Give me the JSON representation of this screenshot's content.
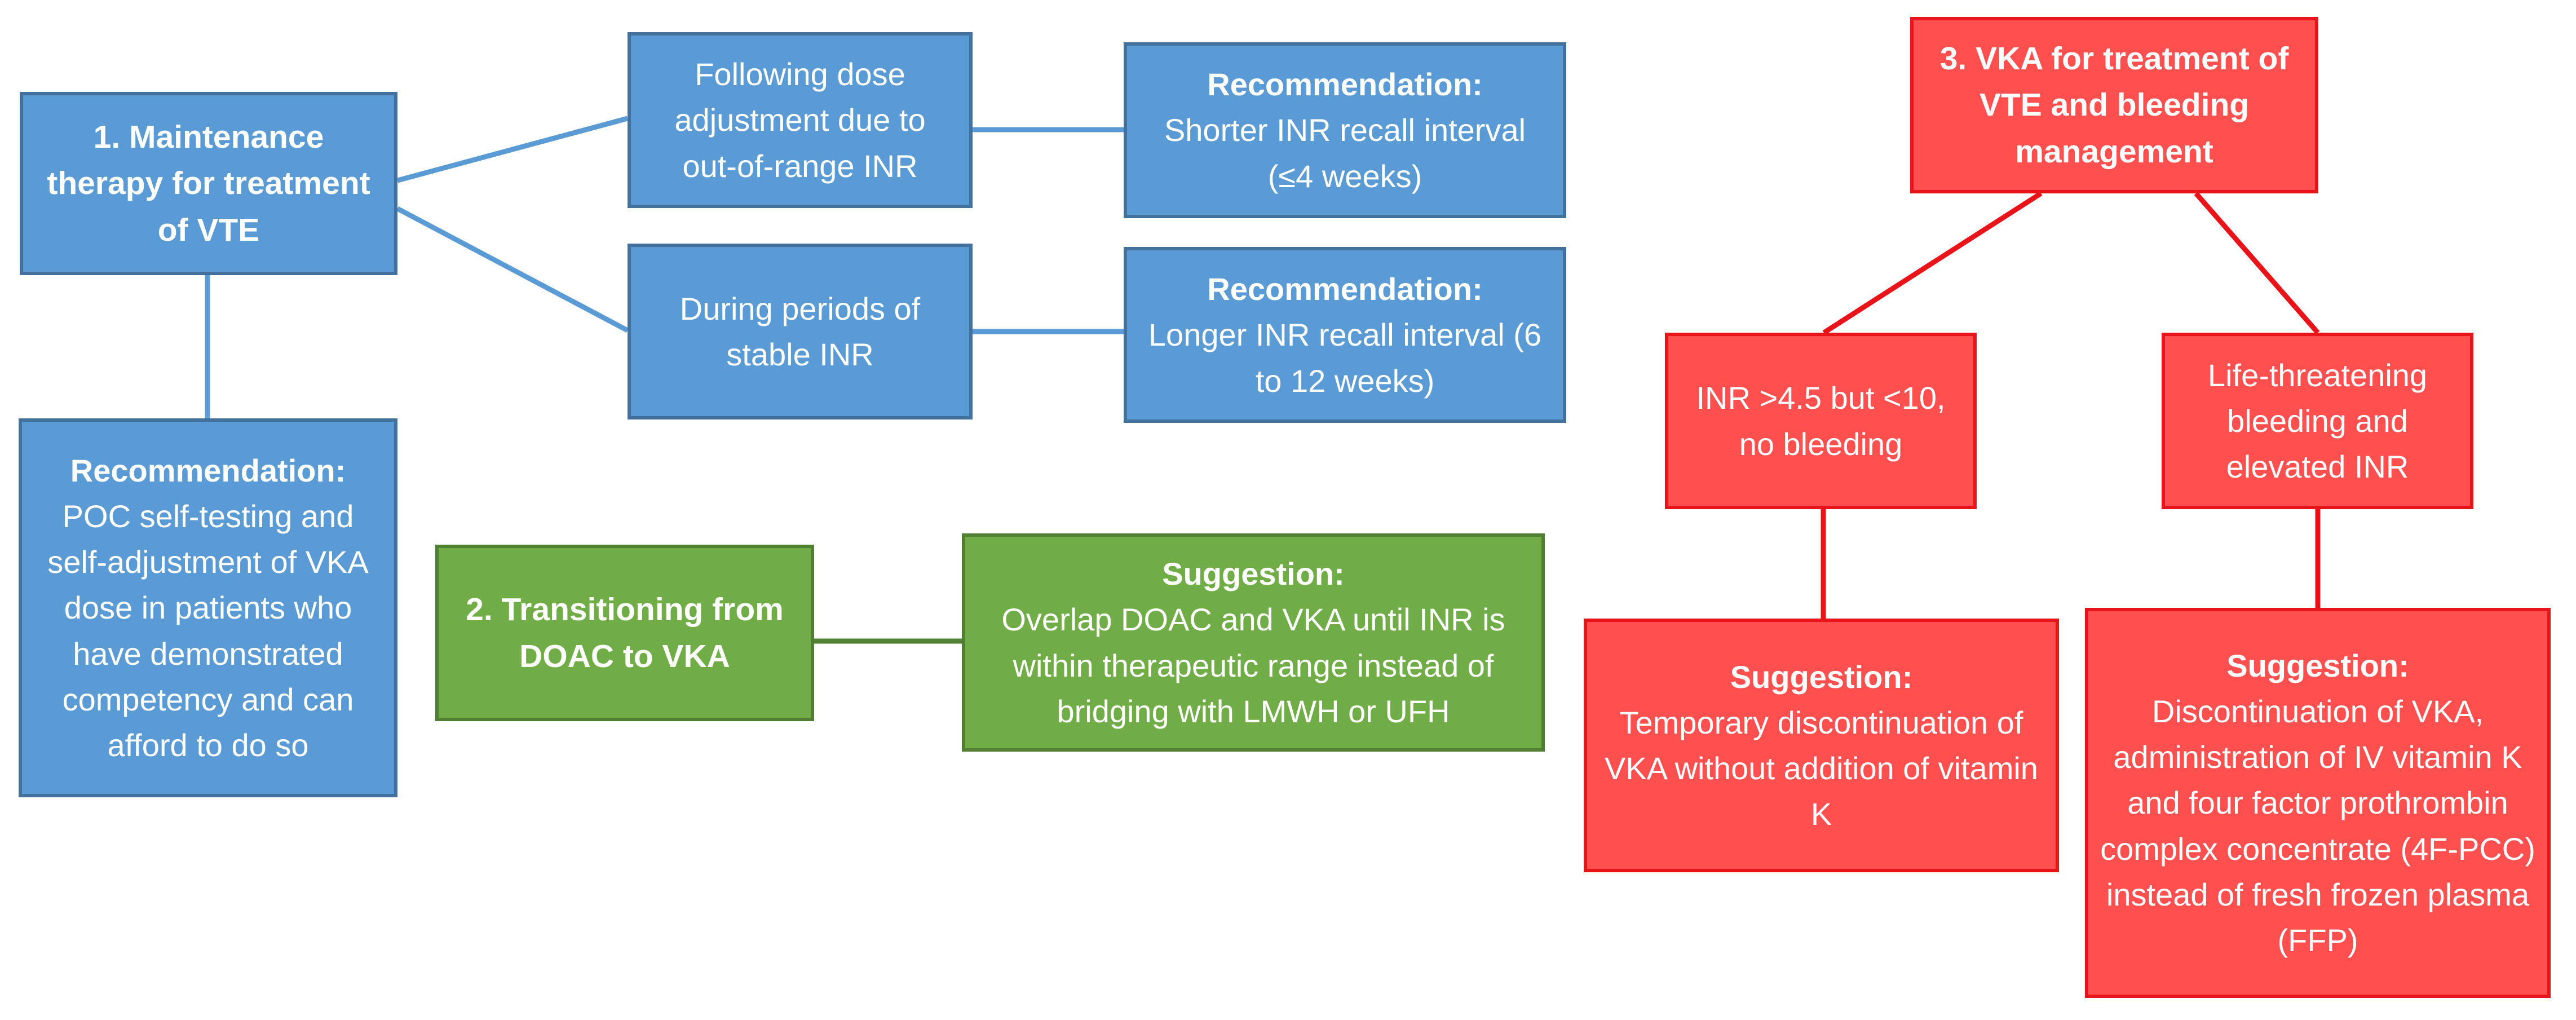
{
  "blue": {
    "title": "1. Maintenance therapy for treatment of VTE",
    "condition_1": "Following dose adjustment due to out-of-range INR",
    "condition_2": "During periods of stable INR",
    "rec_1": {
      "heading": "Recommendation:",
      "text": "Shorter INR recall interval (≤4 weeks)"
    },
    "rec_2": {
      "heading": "Recommendation:",
      "text": "Longer INR recall interval (6 to 12 weeks)"
    },
    "rec_3": {
      "heading": "Recommendation:",
      "text": "POC self-testing and self-adjustment of VKA dose in patients who have demonstrated competency and can afford to do so"
    }
  },
  "green": {
    "title": "2. Transitioning from DOAC to VKA",
    "suggestion": {
      "heading": "Suggestion:",
      "text": "Overlap DOAC and VKA until INR is within therapeutic range instead of bridging with LMWH or UFH"
    }
  },
  "red": {
    "title": "3. VKA for treatment of VTE and bleeding management",
    "condition_1": "INR >4.5 but <10, no bleeding",
    "condition_2": "Life-threatening bleeding and elevated INR",
    "suggestion_1": {
      "heading": "Suggestion:",
      "text": "Temporary discontinuation of VKA without addition of vitamin K"
    },
    "suggestion_2": {
      "heading": "Suggestion:",
      "text": "Discontinuation of VKA, administration of IV vitamin K and four factor prothrombin complex concentrate (4F-PCC) instead of fresh frozen plasma (FFP)"
    }
  },
  "colors": {
    "blue_fill": "#5b9bd5",
    "blue_border": "#41719c",
    "green_fill": "#70ad47",
    "green_border": "#507e32",
    "red_fill": "#ff4f4f",
    "red_border": "#e8141a"
  }
}
